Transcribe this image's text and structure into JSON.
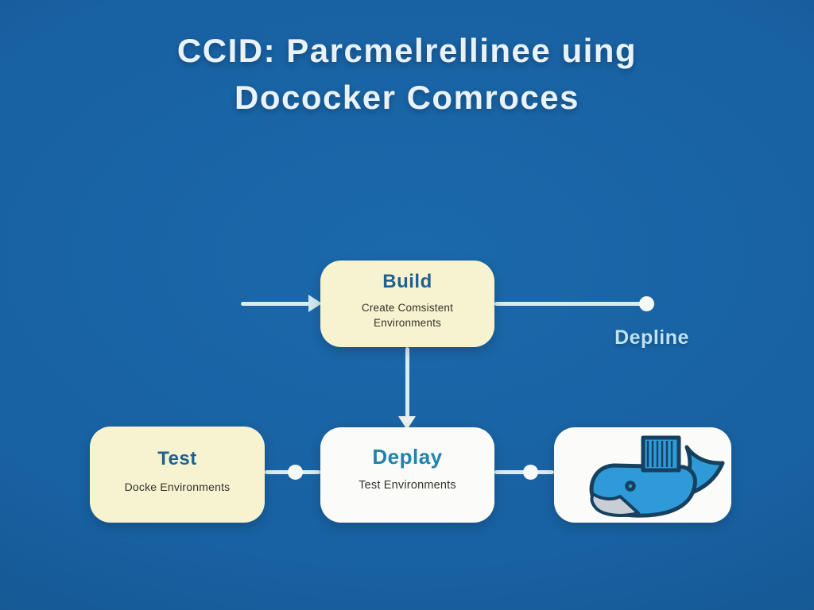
{
  "title": {
    "line1": "CCID: Parcmelrellinee uing",
    "line2": "Dococker Comroces"
  },
  "pipeline_label": "Depline",
  "nodes": {
    "build": {
      "title": "Build",
      "subtitle_line1": "Create Comsistent",
      "subtitle_line2": "Environments"
    },
    "test": {
      "title": "Test",
      "subtitle": "Docke Environments"
    },
    "deploy": {
      "title": "Deplay",
      "subtitle": "Test Environments"
    },
    "docker": {
      "icon": "docker-whale-icon"
    }
  },
  "colors": {
    "background": "#1861a2",
    "background_edge": "#114b7e",
    "card_cream": "#f7f3d0",
    "card_white": "#fbfcfa",
    "node_title_blue": "#20618f",
    "deploy_title_blue": "#1f83ad",
    "subtitle_text": "#33322b",
    "connector_line": "#d9ecf1",
    "connector_dot": "#f6fbf7",
    "heading_text": "#e9f2f8",
    "pipeline_label_text": "#bfe2f2",
    "docker_blue": "#2e9ad8",
    "docker_outline": "#16405f",
    "docker_belly": "#c9ced4"
  }
}
